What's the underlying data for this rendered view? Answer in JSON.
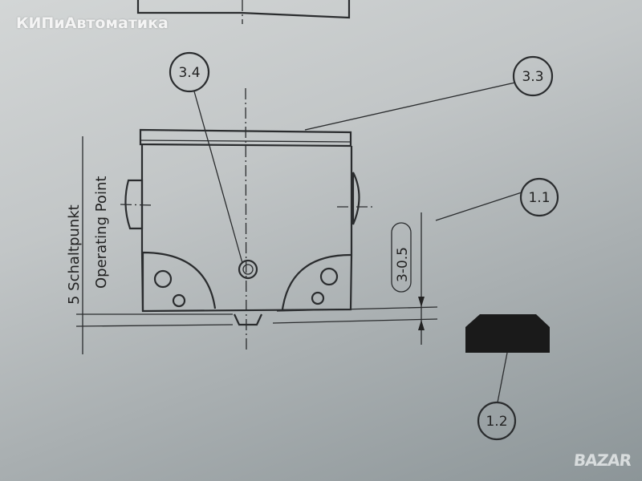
{
  "watermark": "КИПиАвтоматика",
  "logo": "BAZAR",
  "callouts": {
    "c34": "3.4",
    "c33": "3.3",
    "c11": "1.1",
    "c12": "1.2"
  },
  "dimension": "3-0.5",
  "side_label_de": "5 Schaltpunkt",
  "side_label_en": "Operating Point"
}
